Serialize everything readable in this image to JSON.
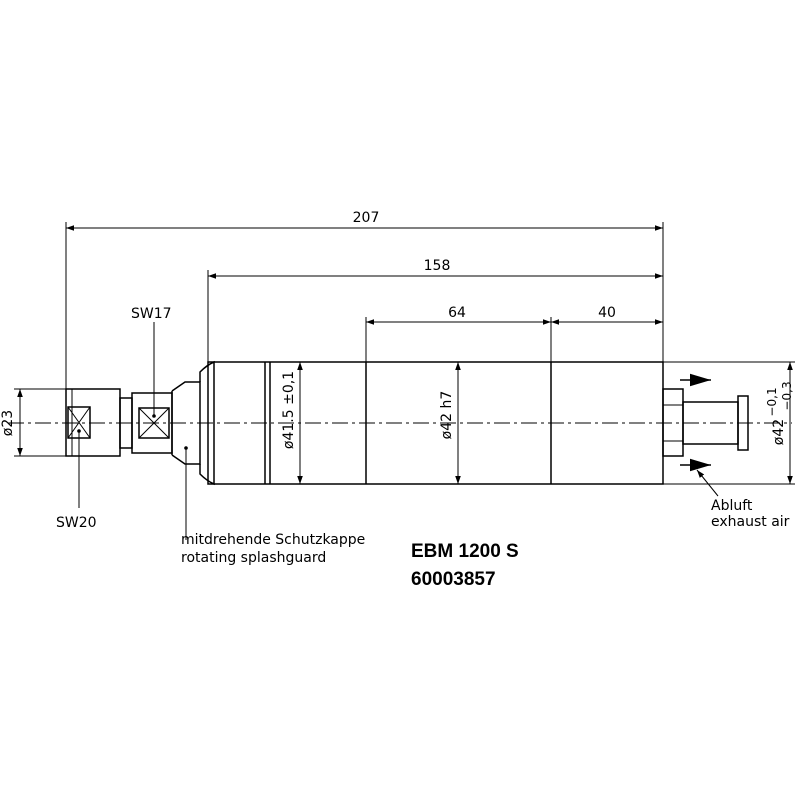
{
  "dimensions": {
    "overall_length": "207",
    "body_length": "158",
    "section_a": "64",
    "section_b": "40",
    "collet_diameter": "ø23",
    "body_diameter_1": "ø41.5 ±0,1",
    "body_diameter_2": "ø42 h7",
    "rear_diameter": "ø42",
    "rear_tolerance_upper": "−0,1",
    "rear_tolerance_lower": "−0,3"
  },
  "labels": {
    "wrench_17": "SW17",
    "wrench_20": "SW20",
    "splashguard_de": "mitdrehende Schutzkappe",
    "splashguard_en": "rotating splashguard",
    "exhaust_de": "Abluft",
    "exhaust_en": "exhaust air"
  },
  "product": {
    "model": "EBM 1200 S",
    "part_number": "60003857"
  }
}
